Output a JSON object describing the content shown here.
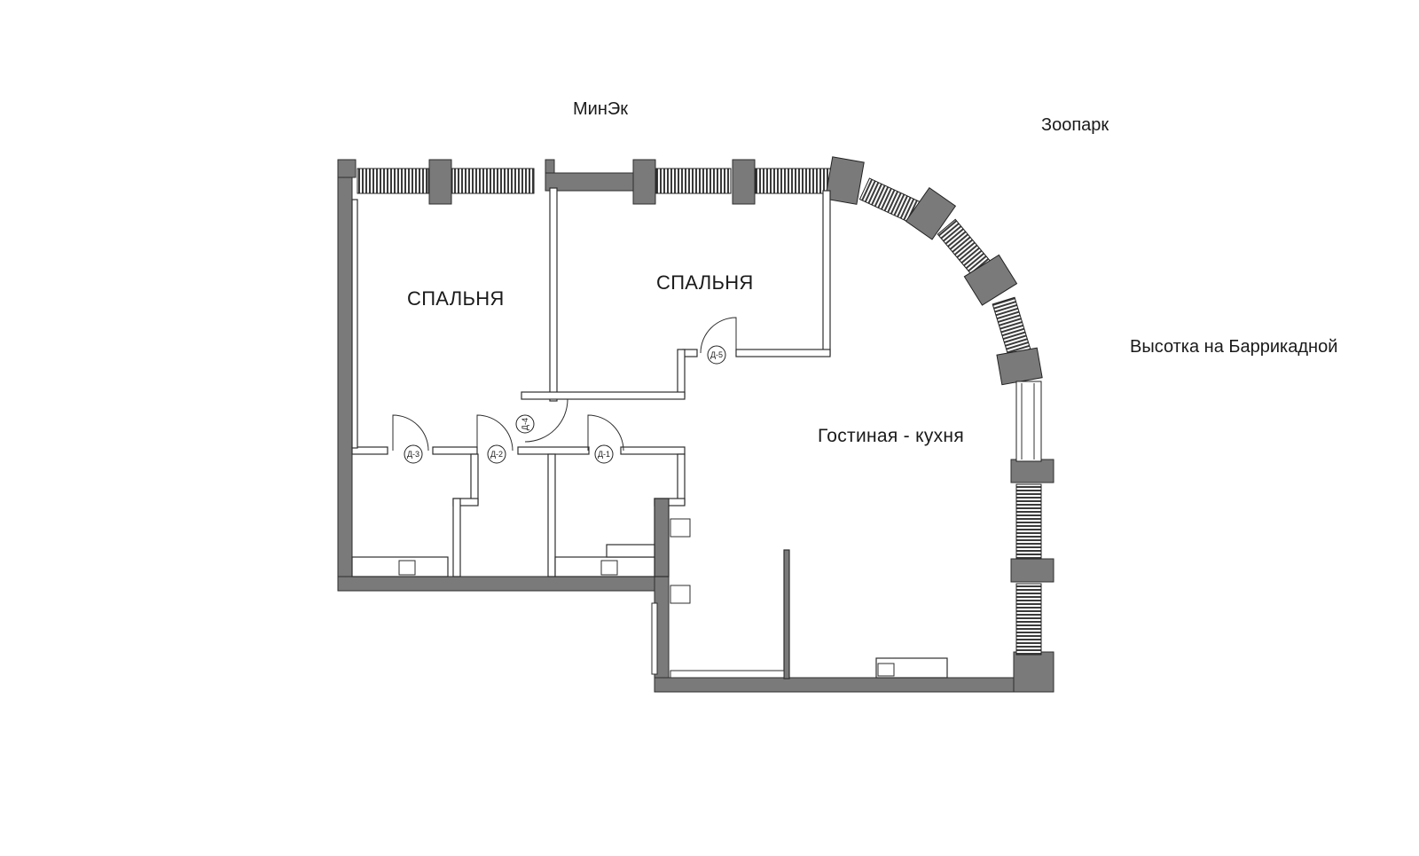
{
  "views": {
    "north": "МинЭк",
    "northeast": "Зоопарк",
    "east": "Высотка на Баррикадной"
  },
  "rooms": {
    "bedroom_1": "СПАЛЬНЯ",
    "bedroom_2": "СПАЛЬНЯ",
    "living_kitchen": "Гостиная - кухня"
  },
  "doors": [
    "Д-1",
    "Д-2",
    "Д-3",
    "Д-4",
    "Д-5"
  ],
  "colors": {
    "wall": "#7a7a7a",
    "wall_outline": "#2e2e2e",
    "window": "#555555",
    "background": "#ffffff"
  }
}
